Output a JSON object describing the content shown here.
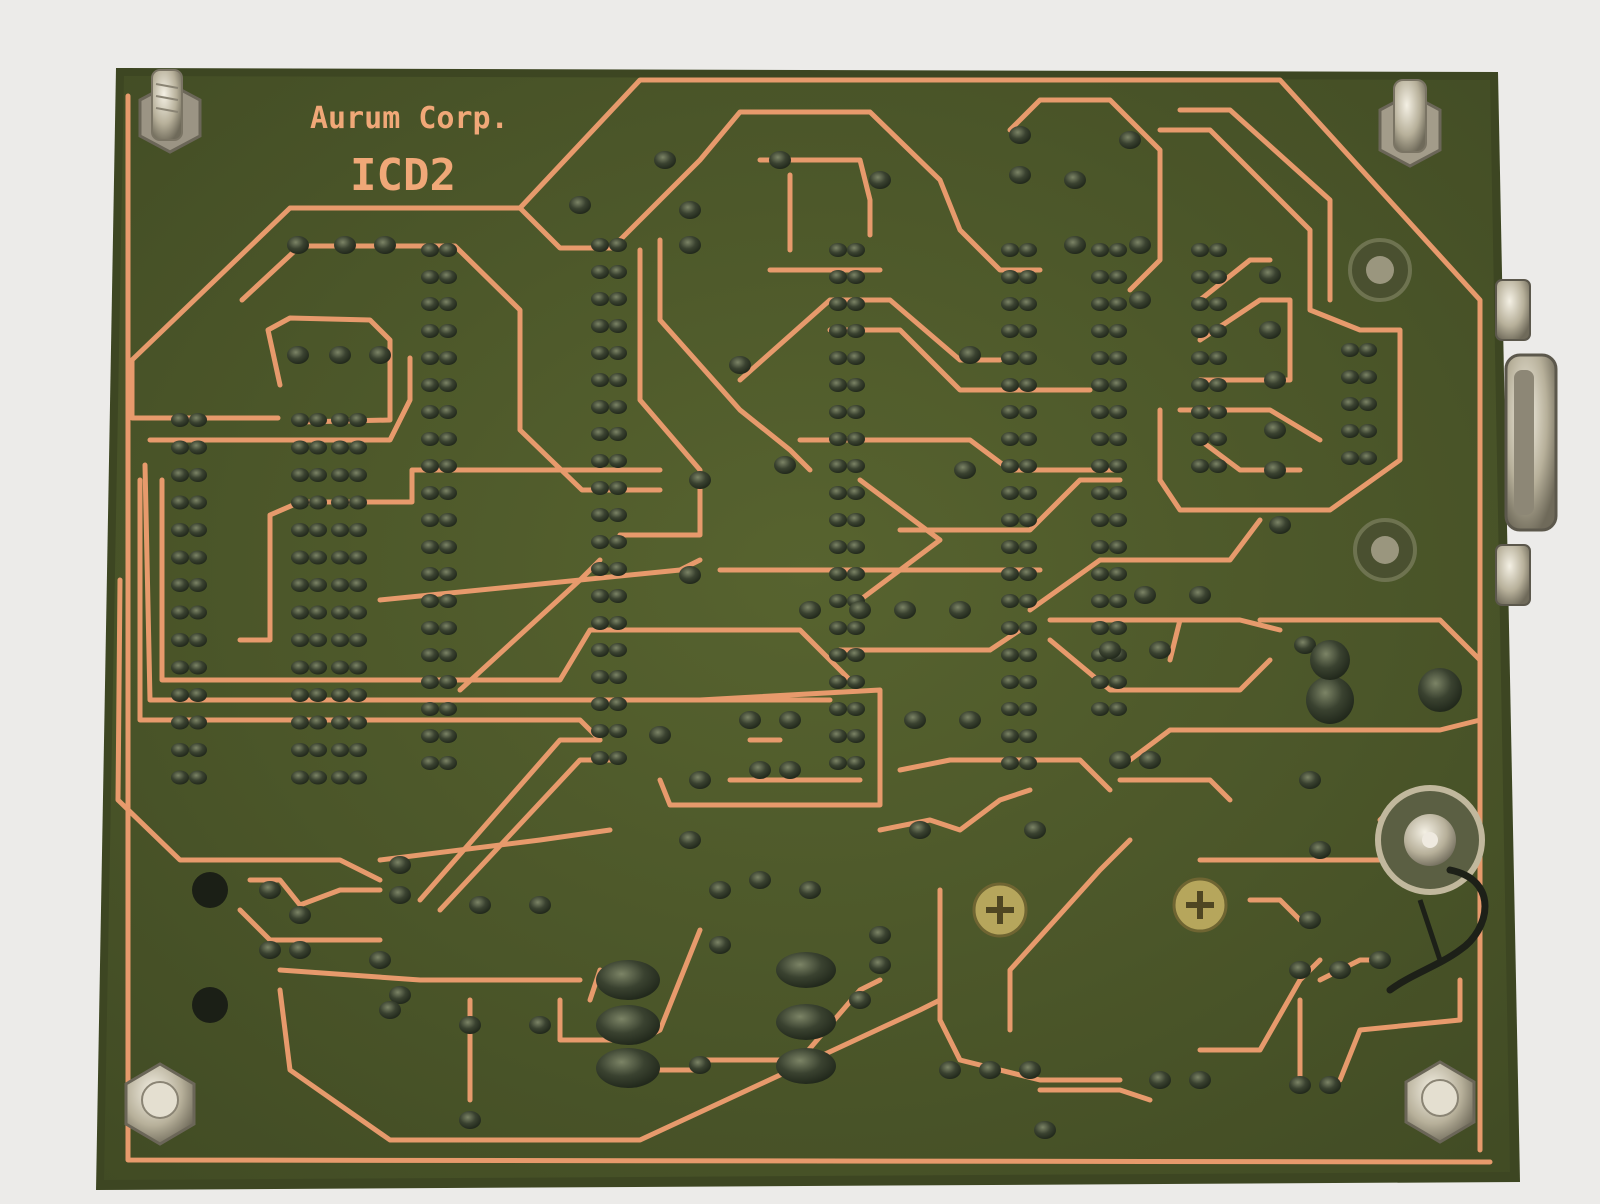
{
  "photo": {
    "subject": "pcb-solder-side",
    "silkscreen": {
      "company": "Aurum Corp.",
      "model": "ICD2"
    },
    "colors": {
      "background": "#ecebe9",
      "board": "#4f5b2c",
      "board_edge": "#3d4622",
      "copper": "#e79a6c",
      "solder": "#2f3826",
      "metal": "#c9c2ad"
    }
  }
}
